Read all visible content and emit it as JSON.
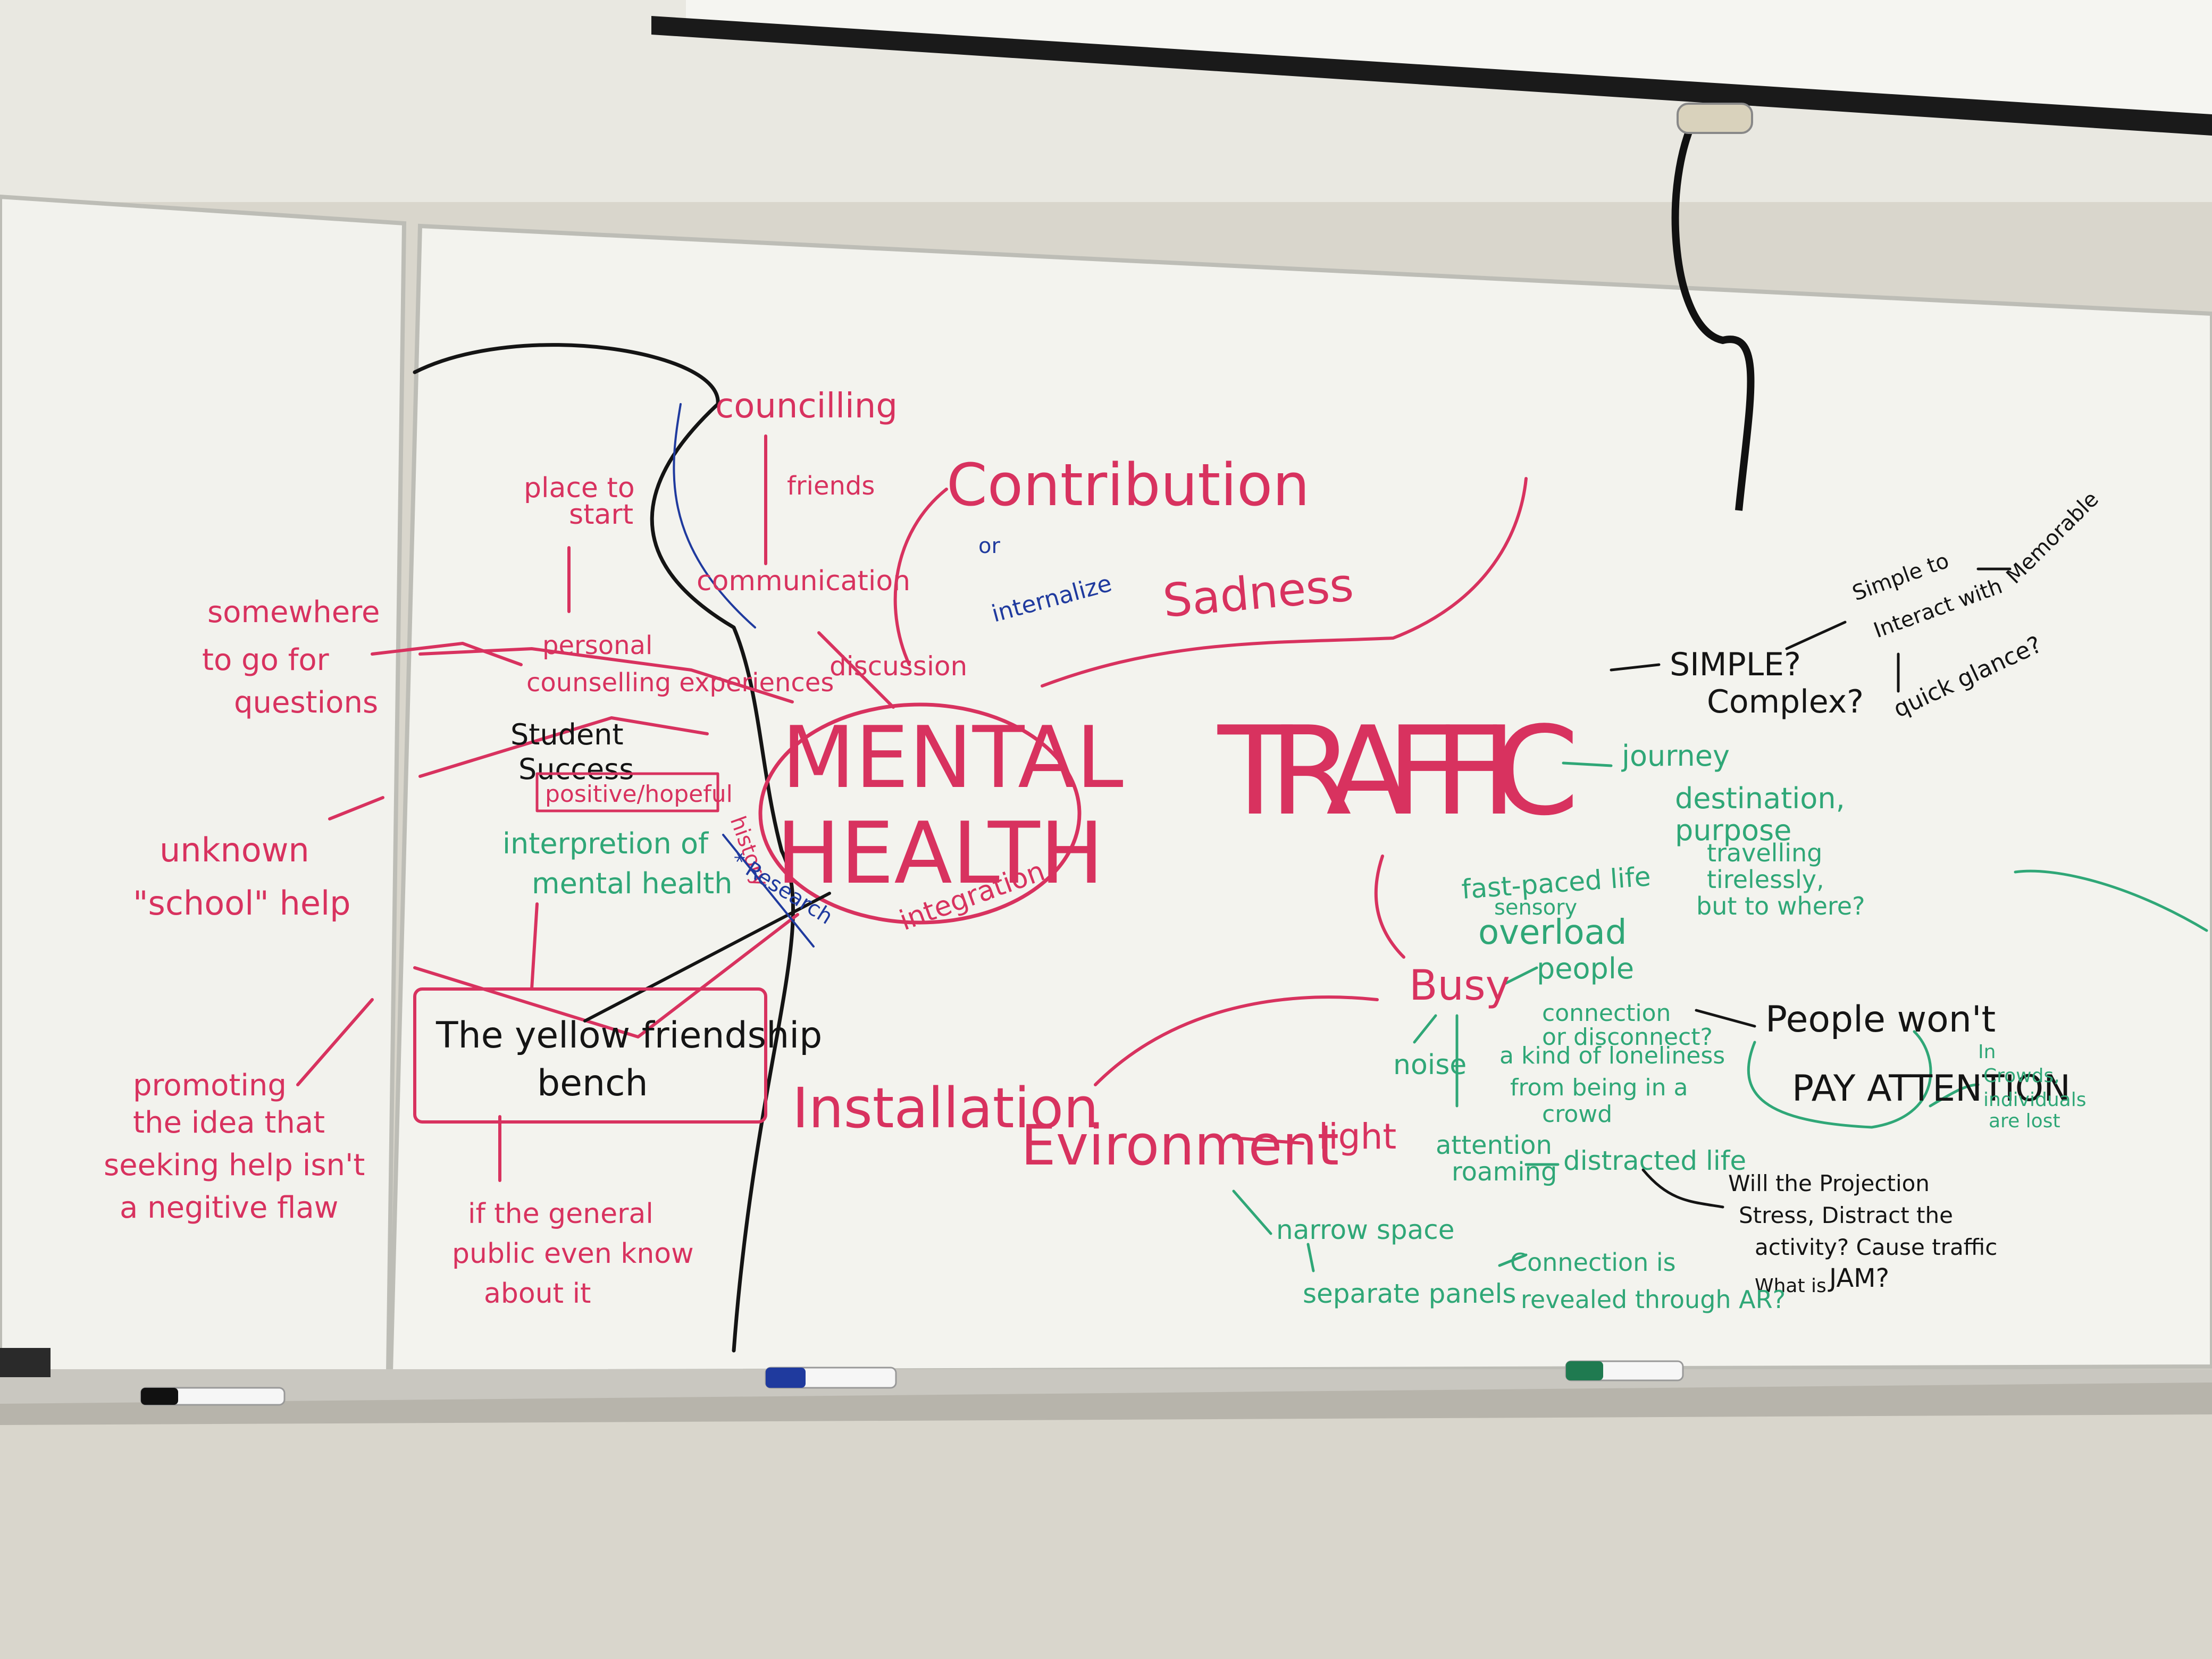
{
  "colors": {
    "red_marker": "#d8325f",
    "green_marker": "#2fa777",
    "black_marker": "#141414",
    "blue_marker": "#1f3a9e",
    "wall": "#e9e8e1",
    "board": "#f3f3ee",
    "ledge": "#d9d6cc"
  },
  "mind_map": {
    "central": {
      "line1": "MENTAL",
      "line2": "HEALTH"
    },
    "left": {
      "councilling": "councilling",
      "friends": "friends",
      "communication": "communication",
      "discussion": "discussion",
      "place_to_start_1": "place to",
      "place_to_start_2": "start",
      "somewhere_1": "somewhere",
      "somewhere_2": "to go for",
      "somewhere_3": "questions",
      "personal_1": "personal",
      "personal_2": "counselling experiences",
      "student_1": "Student",
      "student_2": "Success",
      "positive": "positive/hopeful",
      "interpretation_1": "interpretion of",
      "interpretation_2": "mental health",
      "unknown_1": "unknown",
      "unknown_2": "\"school\" help",
      "history": "history",
      "research": "* Research",
      "integration": "integration",
      "bench_1": "The yellow friendship",
      "bench_2": "bench",
      "promoting_1": "promoting",
      "promoting_2": "the idea that",
      "promoting_3": "seeking help isn't",
      "promoting_4": "a negitive flaw",
      "public_1": "if the general",
      "public_2": "public even know",
      "public_3": "about it"
    },
    "top": {
      "contribution": "Contribution",
      "or": "or",
      "internalize": "internalize",
      "sadness": "Sadness"
    },
    "right": {
      "traffic": "TRAFFIC",
      "simple": "SIMPLE?",
      "complex": "Complex?",
      "simple_interact_1": "Simple to",
      "simple_interact_2": "Interact with",
      "memorable": "Memorable",
      "quick_glance": "quick glance?",
      "journey": "journey",
      "destination_1": "destination,",
      "destination_2": "purpose",
      "travelling_1": "travelling",
      "travelling_2": "tirelessly,",
      "travelling_3": "but to where?",
      "fast_paced": "fast-paced life",
      "sensory": "sensory",
      "overload": "overload",
      "busy": "Busy",
      "people": "people",
      "connection_1": "connection",
      "connection_2": "or disconnect?",
      "loneliness_1": "a kind of loneliness",
      "loneliness_2": "from being in a",
      "loneliness_3": "crowd",
      "noise": "noise",
      "attention_1": "attention",
      "attention_2": "roaming",
      "distracted": "distracted life",
      "wont_1": "People won't",
      "wont_2": "PAY ATTENTION",
      "crowds_1": "In",
      "crowds_2": "Crowds,",
      "crowds_3": "individuals",
      "crowds_4": "are lost",
      "projection_1": "Will the Projection",
      "projection_2": "Stress, Distract the",
      "projection_3": "activity? Cause traffic",
      "projection_4": "JAM?",
      "what_is": "What is"
    },
    "bottom": {
      "installation": "Installation",
      "environment": "Evironment",
      "light": "light",
      "narrow": "narrow space",
      "separate": "separate panels",
      "connection_ar_1": "Connection is",
      "connection_ar_2": "revealed through AR?"
    }
  }
}
